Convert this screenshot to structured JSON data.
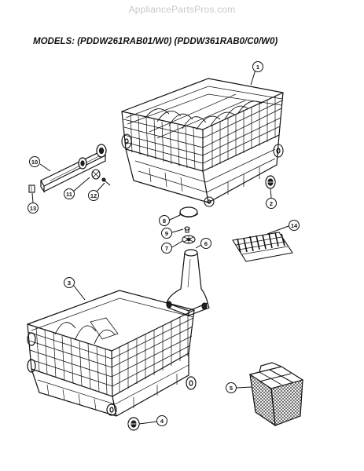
{
  "watermark": "AppliancePartsPros.com",
  "models_label": "MODELS: (PDDW261RAB01/W0) (PDDW361RAB0/C0/W0)",
  "callouts": [
    "1",
    "2",
    "3",
    "4",
    "5",
    "6",
    "7",
    "8",
    "9",
    "10",
    "11",
    "12",
    "13",
    "14"
  ]
}
